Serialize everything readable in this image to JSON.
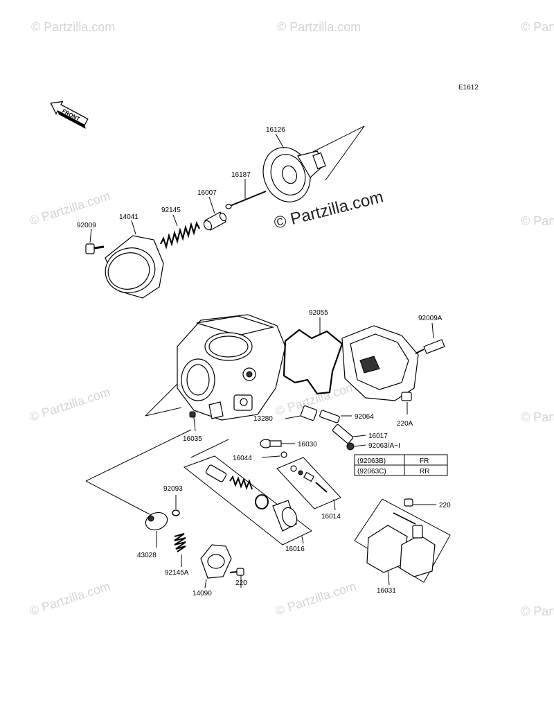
{
  "diagram_id": "E1612",
  "front_label": "FRONT",
  "watermark": {
    "text": "© Partzilla.com",
    "main_text": "© Partzilla.com"
  },
  "labels": {
    "p16126": "16126",
    "p16187": "16187",
    "p16007": "16007",
    "p92145": "92145",
    "p14041": "14041",
    "p92009": "92009",
    "p92055": "92055",
    "p92009A": "92009A",
    "p13280": "13280",
    "p92064": "92064",
    "p220A": "220A",
    "p16035": "16035",
    "p16030": "16030",
    "p16017": "16017",
    "p92063": "92063/A~I",
    "p16044": "16044",
    "p16014": "16014",
    "p220_right": "220",
    "p92093": "92093",
    "p43028": "43028",
    "p92145A": "92145A",
    "p14090": "14090",
    "p220_bottom": "220",
    "p16016": "16016",
    "p16031": "16031"
  },
  "variant_table": [
    {
      "code": "(92063B)",
      "position": "FR"
    },
    {
      "code": "(92063C)",
      "position": "RR"
    }
  ]
}
